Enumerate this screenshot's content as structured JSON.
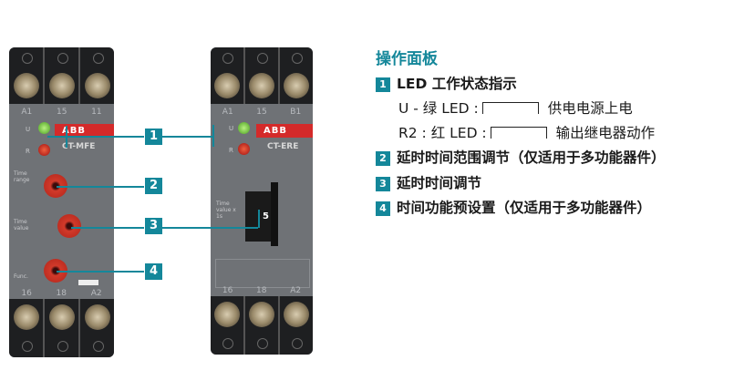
{
  "title": "操作面板",
  "items": [
    {
      "num": "1",
      "label": "LED 工作状态指示"
    },
    {
      "num": "2",
      "label": "延时时间范围调节（仅适用于多功能器件）"
    },
    {
      "num": "3",
      "label": "延时时间调节"
    },
    {
      "num": "4",
      "label": "时间功能预设置（仅适用于多功能器件）"
    }
  ],
  "led_lines": [
    {
      "prefix": "U -  绿 LED :",
      "desc": "供电电源上电"
    },
    {
      "prefix": "R2 : 红 LED :",
      "desc": "输出继电器动作"
    }
  ],
  "device_left": {
    "brand": "ABB",
    "model": "CT-MFE",
    "top_terminals": [
      "A1",
      "15",
      "11"
    ],
    "bottom_terminals": [
      "16",
      "18",
      "A2"
    ],
    "led_u": "U",
    "led_r": "R",
    "range_label": "Time range",
    "value_label": "Time value",
    "func_label": "Func."
  },
  "device_right": {
    "brand": "ABB",
    "model": "CT-ERE",
    "top_terminals": [
      "A1",
      "15",
      "B1"
    ],
    "bottom_terminals": [
      "16",
      "18",
      "A2"
    ],
    "led_u": "U",
    "led_r": "R",
    "value_label": "Time value x 1s",
    "dial_value": "5"
  },
  "colors": {
    "accent": "#14879a",
    "led_green": "#5fbf2a",
    "led_red": "#d0221a",
    "brand_red": "#d42a2a"
  }
}
